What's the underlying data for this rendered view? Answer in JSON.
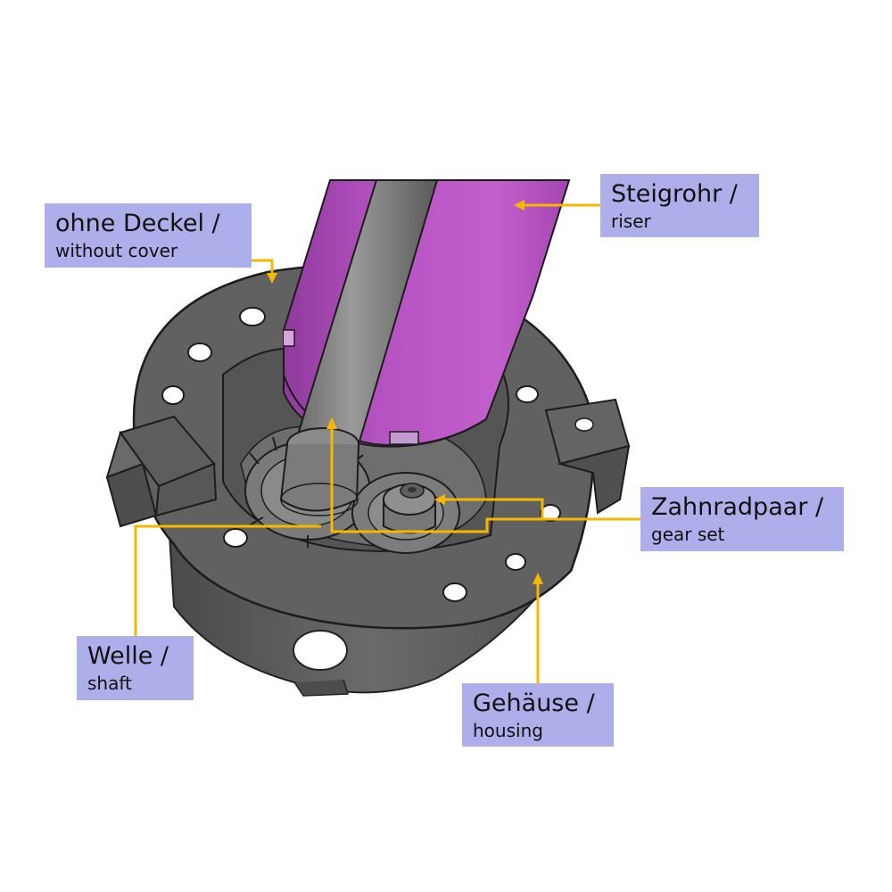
{
  "colors": {
    "label_bg": "#aeaeea",
    "leader": "#f5b800",
    "riser": "#b54fbf",
    "housing": "#5e5e5e",
    "shaft": "#7a7a7a"
  },
  "labels": {
    "steigrohr": {
      "main": "Steigrohr /",
      "sub": "riser"
    },
    "deckel": {
      "main": "ohne Deckel /",
      "sub": "without cover"
    },
    "zahnrad": {
      "main": "Zahnradpaar /",
      "sub": "gear set"
    },
    "welle": {
      "main": "Welle /",
      "sub": "shaft"
    },
    "gehaeuse": {
      "main": "Gehäuse /",
      "sub": "housing"
    }
  }
}
